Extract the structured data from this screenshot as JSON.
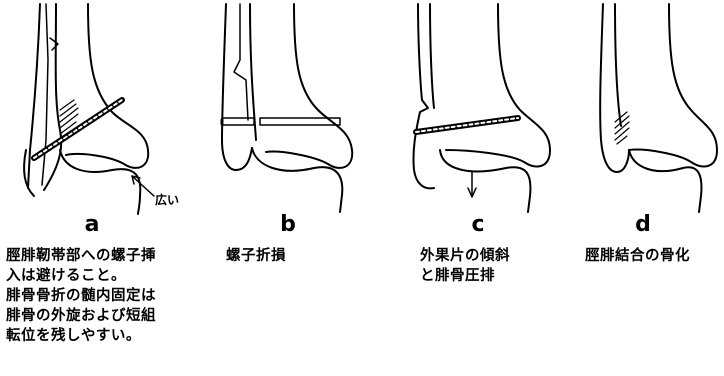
{
  "panels": [
    {
      "letter": "a",
      "caption": "脛腓靭帯部への螺子挿\n入は避けること。\n腓骨骨折の髄内固定は\n腓骨の外旋および短組\n転位を残しやすい。",
      "callout": "広い"
    },
    {
      "letter": "b",
      "caption": "螺子折損"
    },
    {
      "letter": "c",
      "caption": "外果片の傾斜\nと腓骨圧排"
    },
    {
      "letter": "d",
      "caption": "脛腓結合の骨化"
    }
  ]
}
